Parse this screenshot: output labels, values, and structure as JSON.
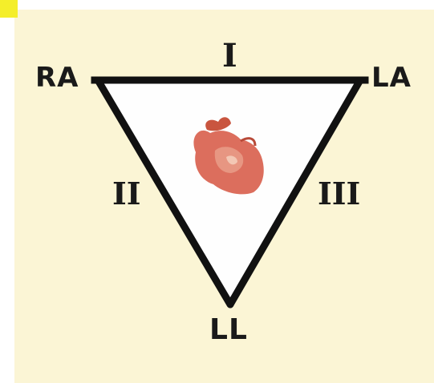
{
  "diagram": {
    "title": "",
    "nodes": [
      {
        "id": "ra",
        "label": "RA"
      },
      {
        "id": "la",
        "label": "LA"
      },
      {
        "id": "ll",
        "label": "LL"
      }
    ],
    "leads": [
      {
        "id": "i",
        "label": "I",
        "from": "ra",
        "to": "la"
      },
      {
        "id": "ii",
        "label": "II",
        "from": "ra",
        "to": "ll"
      },
      {
        "id": "iii",
        "label": "III",
        "from": "la",
        "to": "ll"
      }
    ],
    "center_icon": "heart-icon"
  },
  "colors": {
    "page_background": "#ffffff",
    "panel_background": "#fbf5d5",
    "corner_accent": "#f4ee2a",
    "triangle_stroke": "#111111",
    "triangle_fill": "#fefefe",
    "label_color": "#1a1a1a",
    "heart_primary": "#d9624f",
    "heart_secondary": "#e89a86",
    "heart_highlight": "#f3c7b4"
  }
}
